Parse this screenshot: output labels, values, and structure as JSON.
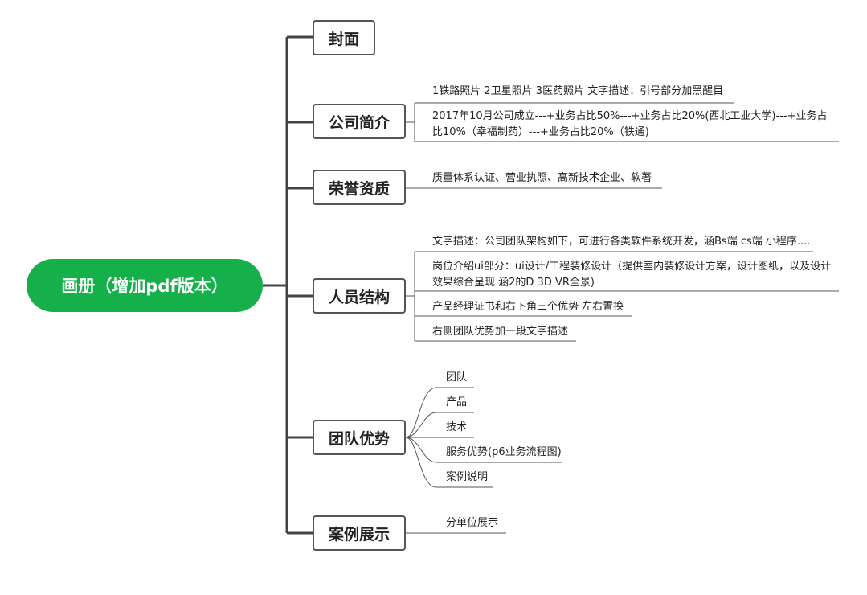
{
  "root": {
    "label": "画册（增加pdf版本）",
    "color": "#16b04a"
  },
  "branches": [
    {
      "label": "封面",
      "details": []
    },
    {
      "label": "公司简介",
      "details": [
        "1铁路照片 2卫星照片 3医药照片  文字描述：引号部分加黑醒目",
        "2017年10月公司成立---+业务占比50%---+业务占比20%(西北工业大学)---+业务占比10%（幸福制药）---+业务占比20%（铁通)"
      ]
    },
    {
      "label": "荣誉资质",
      "details": [
        "质量体系认证、营业执照、高新技术企业、软著"
      ]
    },
    {
      "label": "人员结构",
      "details": [
        "文字描述：公司团队架构如下，可进行各类软件系统开发，涵Bs端 cs端 小程序....",
        "岗位介绍ui部分：ui设计/工程装修设计（提供室内装修设计方案，设计图纸，以及设计效果综合呈现 涵2的D 3D VR全景)",
        "产品经理证书和右下角三个优势 左右置换",
        "右侧团队优势加一段文字描述"
      ]
    },
    {
      "label": "团队优势",
      "details": [
        "团队",
        "产品",
        "技术",
        "服务优势(p6业务流程图)",
        "案例说明"
      ]
    },
    {
      "label": "案例展示",
      "details": [
        "分单位展示"
      ]
    }
  ],
  "line_color": "#444444"
}
